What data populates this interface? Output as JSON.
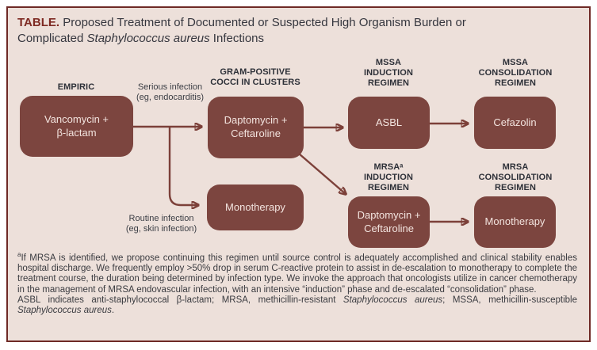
{
  "title": {
    "label": "TABLE.",
    "line1_rest": " Proposed Treatment of Documented or Suspected High Organism Burden or",
    "line2_before": "Complicated ",
    "line2_italic": "Staphylococcus aureus",
    "line2_after": " Infections"
  },
  "colors": {
    "panel_bg": "#ede0da",
    "panel_border": "#6e2a26",
    "node_bg": "#7c453f",
    "node_text": "#f3e4df",
    "arrow": "#7c4039",
    "title_label": "#7e2a23",
    "heading_text": "#2d3038",
    "body_text": "#3a3b40"
  },
  "flow": {
    "headers": [
      {
        "id": "empiric",
        "text": "EMPIRIC"
      },
      {
        "id": "gram-positive-cocci",
        "text": "GRAM-POSITIVE\nCOCCI IN CLUSTERS"
      },
      {
        "id": "mssa-induction",
        "text": "MSSA\nINDUCTION\nREGIMEN"
      },
      {
        "id": "mssa-consolidation",
        "text": "MSSA\nCONSOLIDATION\nREGIMEN"
      },
      {
        "id": "mrsa-induction",
        "text": "MRSAᵃ\nINDUCTION\nREGIMEN"
      },
      {
        "id": "mrsa-consolidation",
        "text": "MRSA\nCONSOLIDATION\nREGIMEN"
      }
    ],
    "nodes": [
      {
        "id": "vancomycin-beta-lactam",
        "text": "Vancomycin +\nβ-lactam"
      },
      {
        "id": "daptomycin-ceftaroline-gp",
        "text": "Daptomycin +\nCeftaroline"
      },
      {
        "id": "monotherapy-gp",
        "text": "Monotherapy"
      },
      {
        "id": "asbl",
        "text": "ASBL"
      },
      {
        "id": "cefazolin",
        "text": "Cefazolin"
      },
      {
        "id": "daptomycin-ceftaroline-mrsa",
        "text": "Daptomycin +\nCeftaroline"
      },
      {
        "id": "monotherapy-mrsa",
        "text": "Monotherapy"
      }
    ],
    "edge_labels": [
      {
        "id": "serious-infection",
        "text": "Serious infection\n(eg, endocarditis)"
      },
      {
        "id": "routine-infection",
        "text": "Routine infection\n(eg, skin infection)"
      }
    ]
  },
  "footnote": {
    "sup": "a",
    "p1": "If MRSA is identified, we propose continuing this regimen until source control is adequately accomplished and clinical stability enables hospital discharge. We frequently employ >50% drop in serum C-reactive protein to assist in de-escalation to monotherapy to complete the treatment course, the duration being determined by infection type. We invoke the approach that oncologists utilize in cancer chemotherapy in the management of MRSA endovascular infection, with an intensive “induction” phase and de-escalated “consolidation” phase.",
    "p2_before_italic1": "ASBL indicates anti-staphylococcal β-lactam; MRSA, methicillin-resistant ",
    "p2_italic1": "Staphylococcus aureus",
    "p2_between": "; MSSA, methicillin-susceptible ",
    "p2_italic2": "Staphylococcus aureus",
    "p2_after": "."
  }
}
